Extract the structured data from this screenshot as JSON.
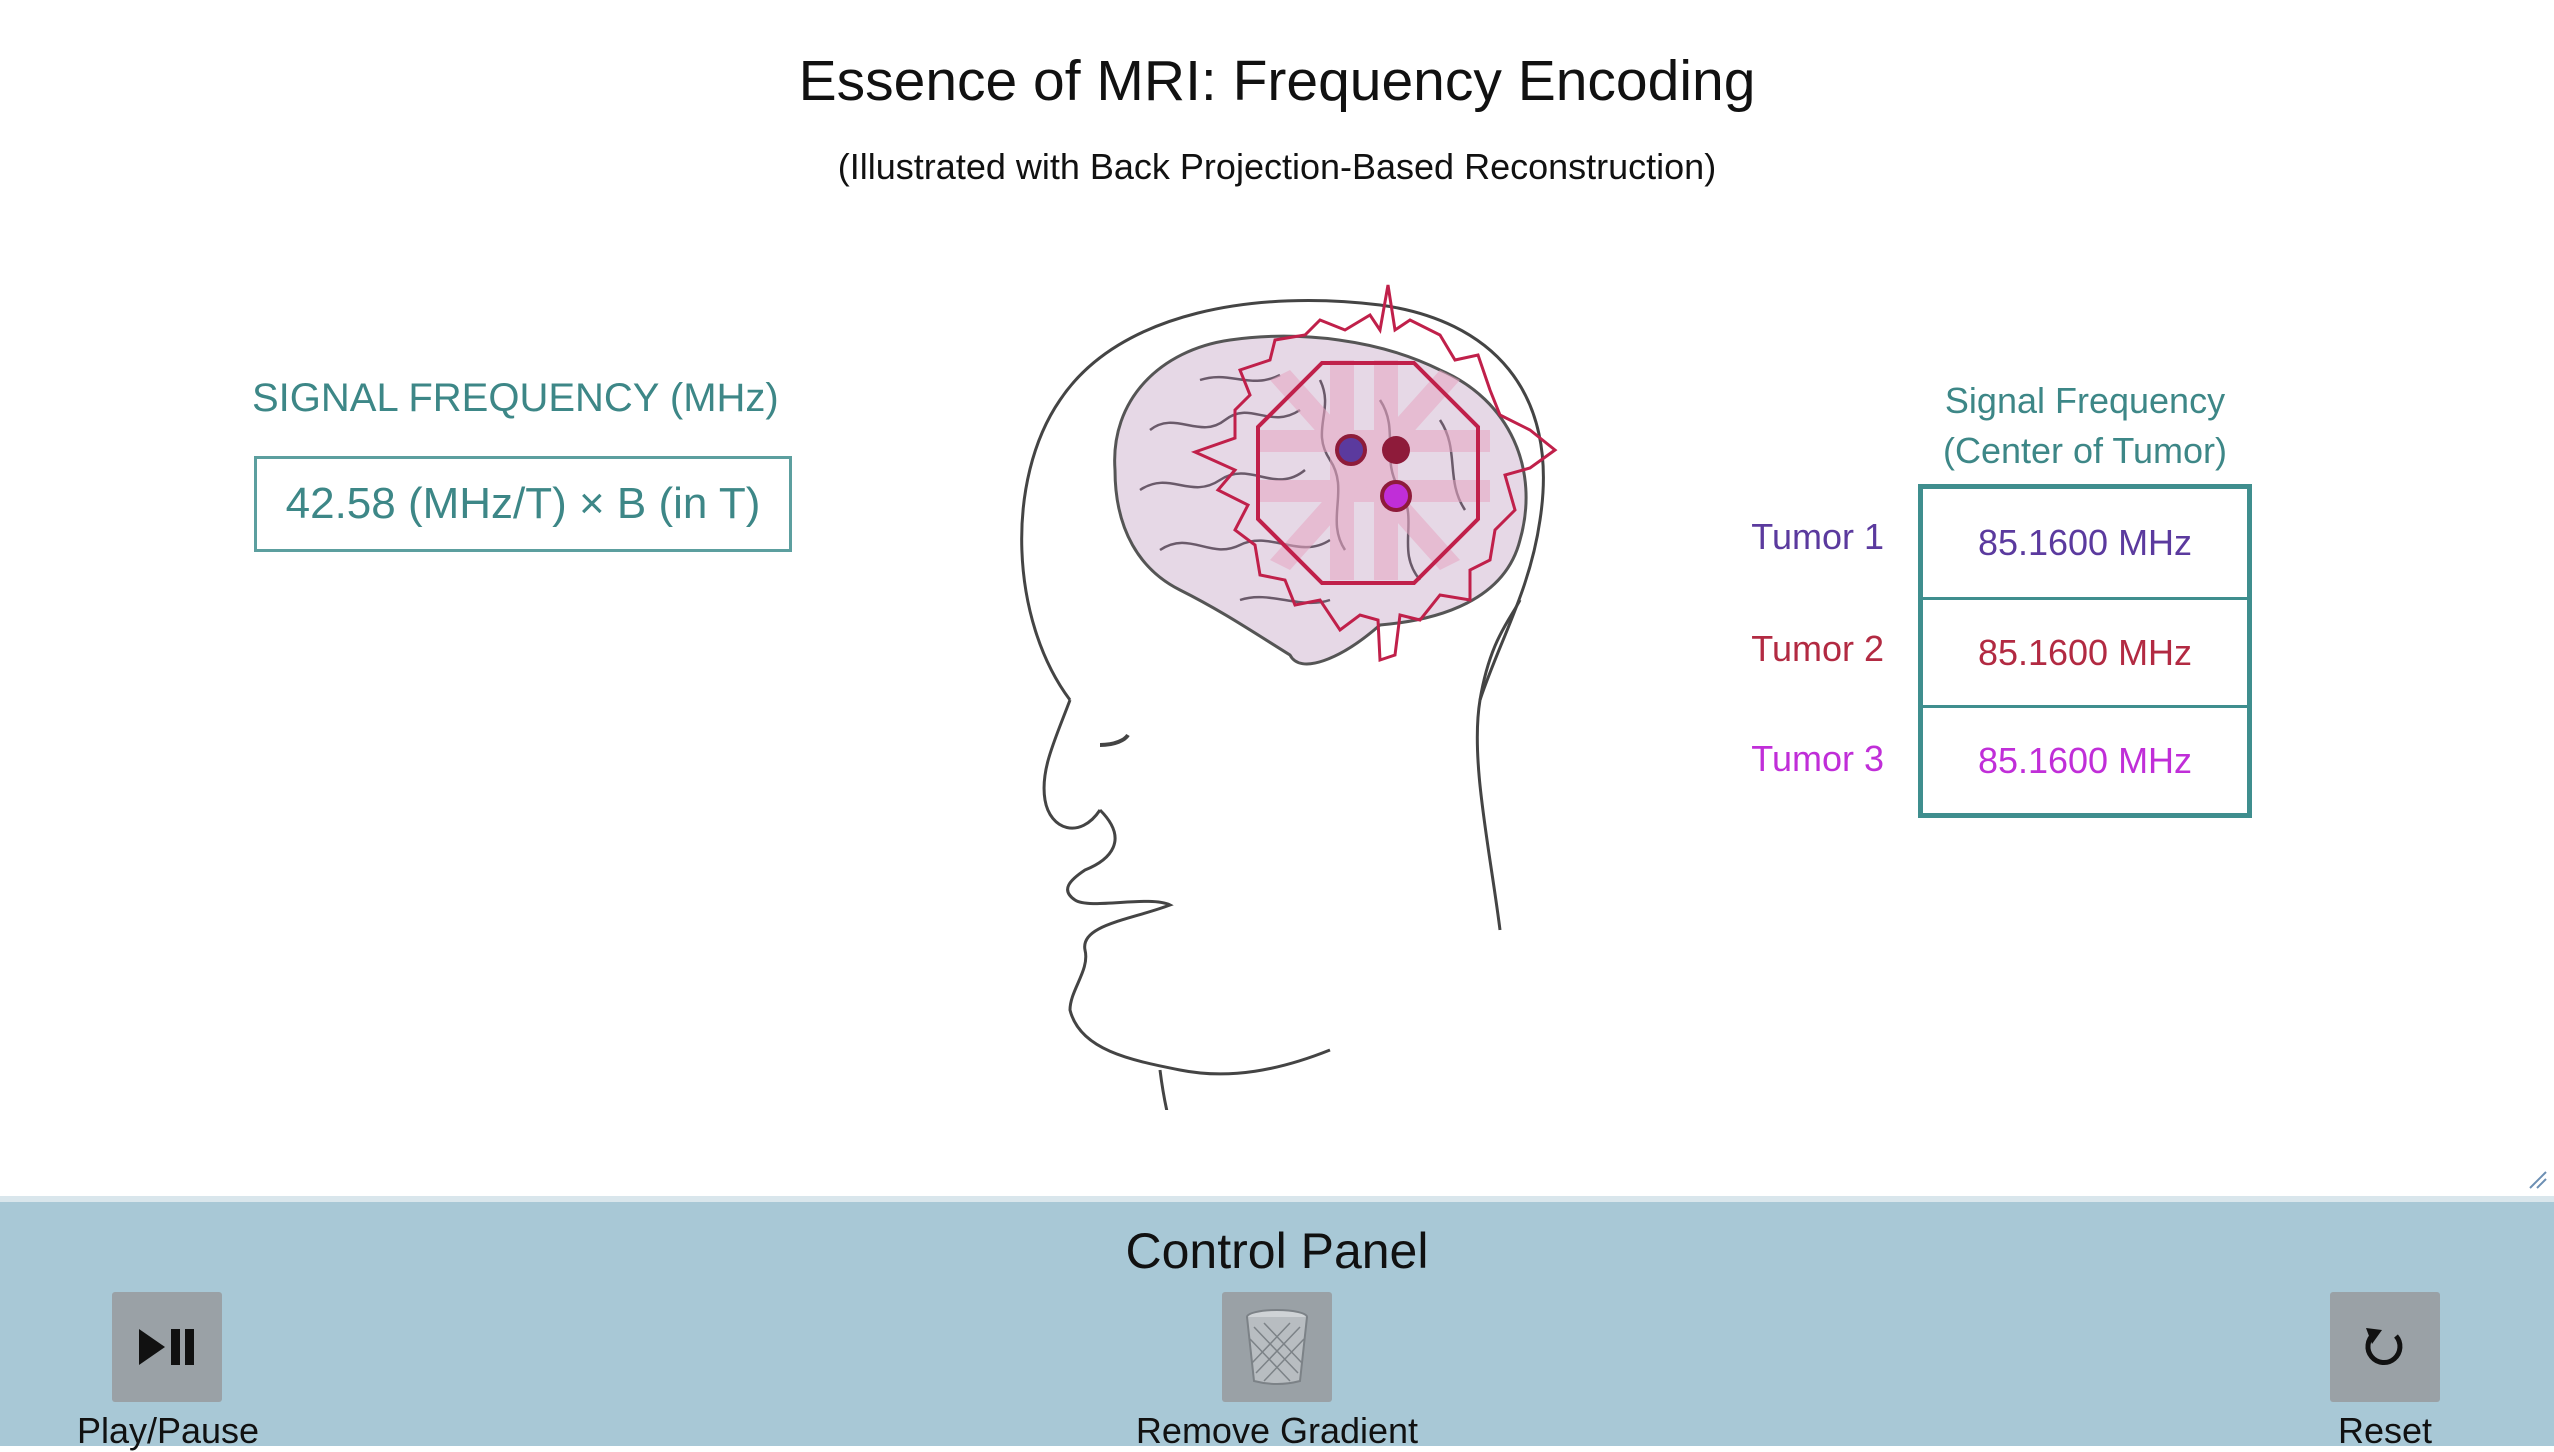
{
  "header": {
    "title": "Essence of MRI: Frequency Encoding",
    "subtitle": "(Illustrated with Back Projection-Based Reconstruction)"
  },
  "signal_panel": {
    "label": "SIGNAL FREQUENCY (MHz)",
    "formula": "42.58 (MHz/T) × B (in T)"
  },
  "tumor_table": {
    "header_line1": "Signal Frequency",
    "header_line2": "(Center of Tumor)",
    "rows": [
      {
        "label": "Tumor 1",
        "value": "85.1600 MHz",
        "color": "#5b3a9e"
      },
      {
        "label": "Tumor 2",
        "value": "85.1600 MHz",
        "color": "#b22a42"
      },
      {
        "label": "Tumor 3",
        "value": "85.1600 MHz",
        "color": "#c02ed8"
      }
    ]
  },
  "control_panel": {
    "title": "Control Panel",
    "play_pause_label": "Play/Pause",
    "remove_gradient_label": "Remove Gradient",
    "reset_label": "Reset"
  },
  "icons": {
    "play_pause": "play-pause-icon",
    "remove_gradient": "trash-bin-icon",
    "reset": "reset-arrow-icon"
  },
  "colors": {
    "accent_teal": "#3d8787",
    "reconstruction": "#c0204a",
    "panel_bg": "#a8c8d6",
    "button_bg": "#9aa1a6"
  }
}
